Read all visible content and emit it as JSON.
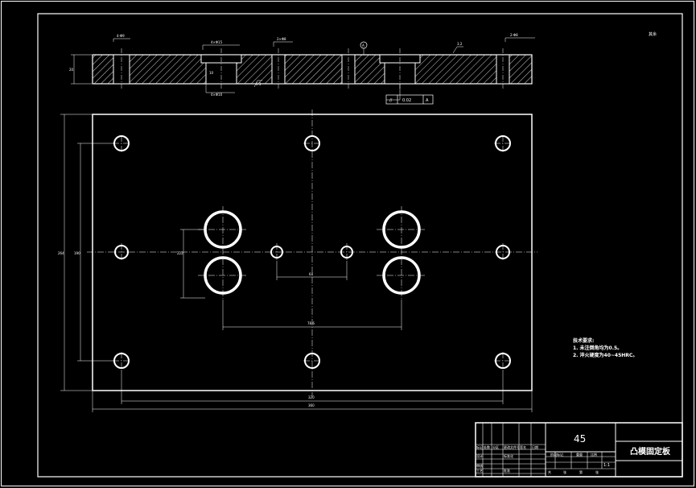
{
  "corner_roughness": "其余",
  "section_view": {
    "dim_left": "4-Φ9",
    "dim_counterbore": "4×Φ15",
    "dim_small_hole": "2×Φ8",
    "dim_right": "2-Φ8",
    "dim_height": "20",
    "dim_cb_depth": "10",
    "dim_cb_dia": "4×Φ10",
    "roughness_top": "3.2",
    "roughness_mid": "6.3",
    "datum_label": "A",
    "tolerance_value": "0.02",
    "tolerance_datum": "A"
  },
  "plan_view": {
    "dim_total_height": "264",
    "dim_hole_height": "190",
    "dim_center_width": "78.6",
    "dim_small_pitch": "64",
    "dim_big_pitch": "222",
    "dim_hole_width": "320",
    "dim_total_width": "360"
  },
  "tech_notes": {
    "heading": "技术要求:",
    "line1": "1. 未注倒角均为0.5。",
    "line2": "2. 淬火硬度为40~45HRC。"
  },
  "title_block": {
    "material": "45",
    "part_name": "凸模固定板",
    "scale": "1:1",
    "cells": [
      "标记",
      "处数",
      "分区",
      "更改文件号",
      "签名",
      "日期",
      "设计",
      "标准化",
      "审核",
      "工艺",
      "批准",
      "阶段标记",
      "重量",
      "比例",
      "共",
      "张",
      "第",
      "张"
    ]
  }
}
